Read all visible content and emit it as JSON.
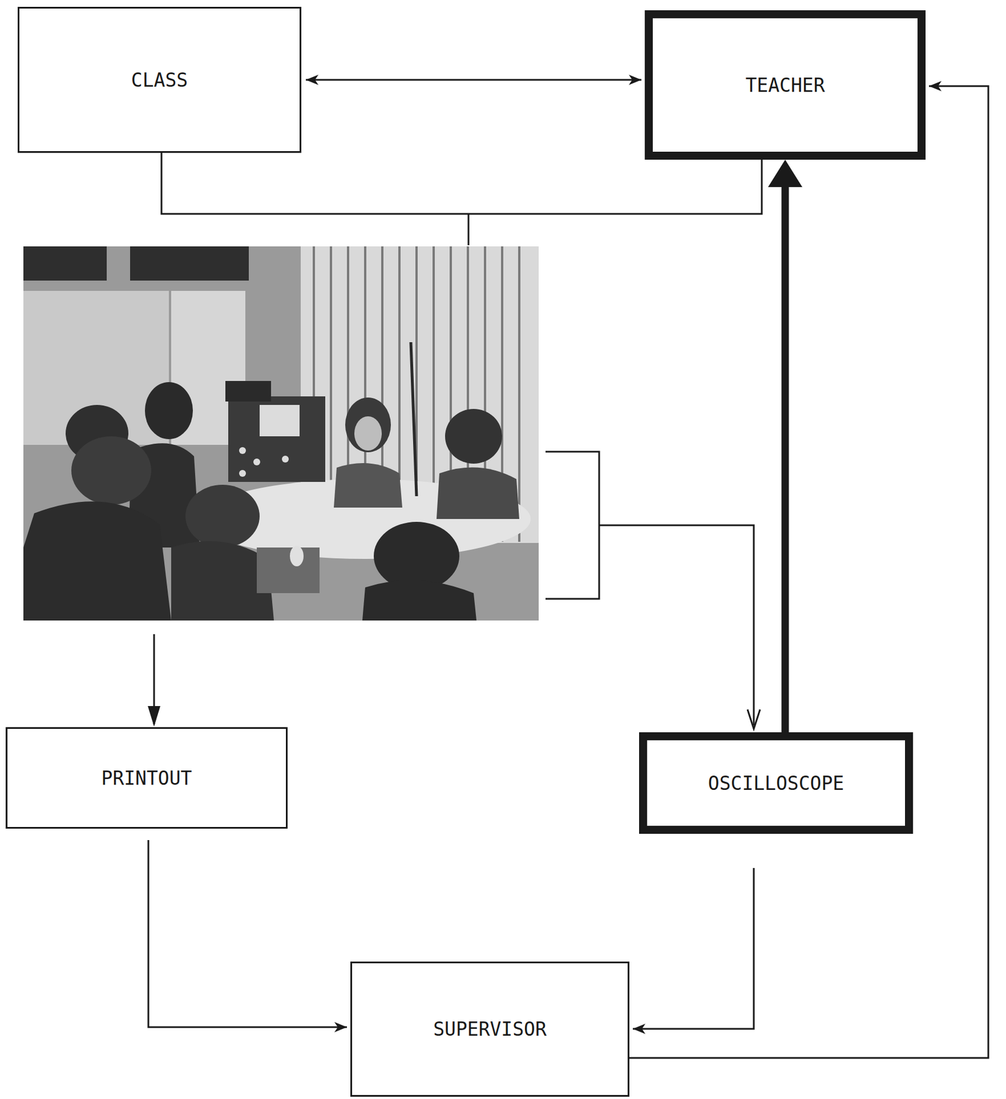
{
  "diagram": {
    "nodes": [
      {
        "text": [
          "CLASS"
        ]
      },
      {
        "text": [
          "TEACHER"
        ]
      },
      {
        "text": [
          "PRINTOUT"
        ]
      },
      {
        "text": [
          "OSCILLOSCOPE"
        ]
      },
      {
        "text": [
          "SUPERVISOR"
        ]
      }
    ],
    "edges": [
      {
        "from": 0,
        "to": 1,
        "arrow": "both"
      },
      {
        "from": 3,
        "to": 1,
        "arrow": "to"
      },
      {
        "from": 2,
        "to": 4,
        "arrow": "to"
      },
      {
        "from": 3,
        "to": 4,
        "arrow": "to"
      },
      {
        "from": 4,
        "to": 1,
        "arrow": "to"
      }
    ]
  }
}
